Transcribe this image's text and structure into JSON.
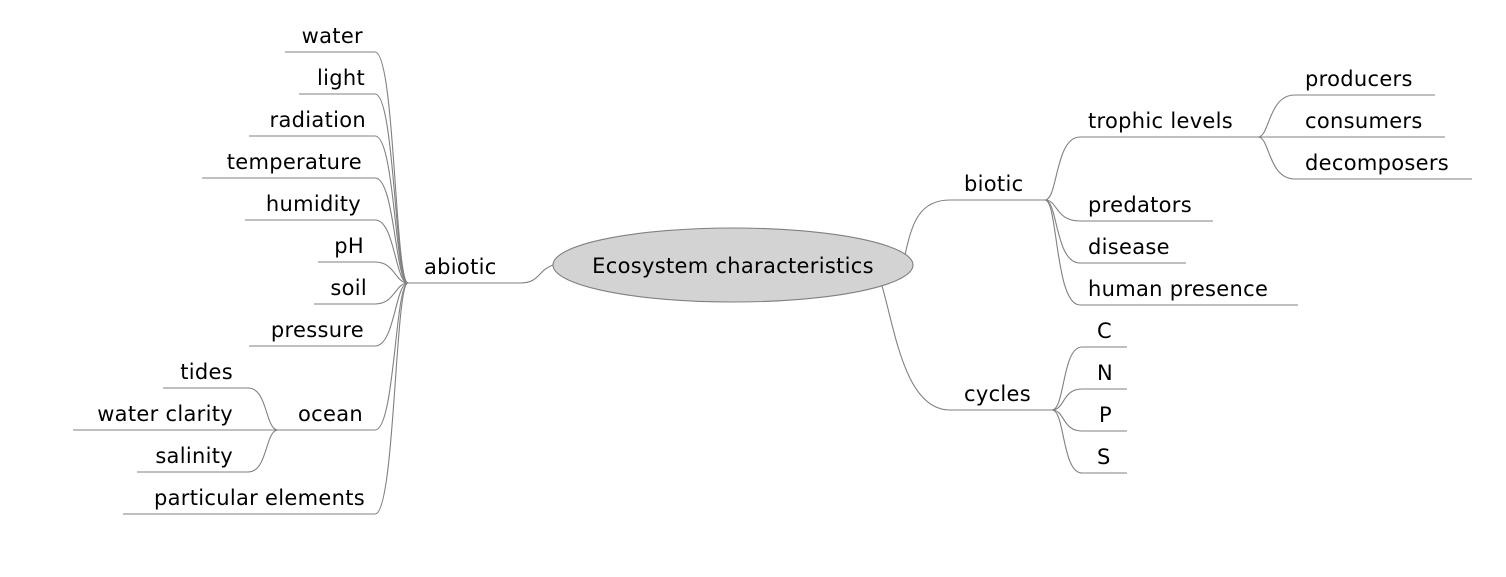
{
  "root": {
    "label": "Ecosystem characteristics",
    "fill": "#d3d3d3"
  },
  "branches": {
    "abiotic": {
      "label": "abiotic",
      "items": [
        "water",
        "light",
        "radiation",
        "temperature",
        "humidity",
        "pH",
        "soil",
        "pressure",
        "ocean",
        "particular elements"
      ],
      "ocean_items": [
        "tides",
        "water clarity",
        "salinity"
      ]
    },
    "biotic": {
      "label": "biotic",
      "items": [
        "trophic levels",
        "predators",
        "disease",
        "human presence"
      ],
      "trophic_items": [
        "producers",
        "consumers",
        "decomposers"
      ]
    },
    "cycles": {
      "label": "cycles",
      "items": [
        "C",
        "N",
        "P",
        "S"
      ]
    }
  },
  "line_color": "#808080"
}
